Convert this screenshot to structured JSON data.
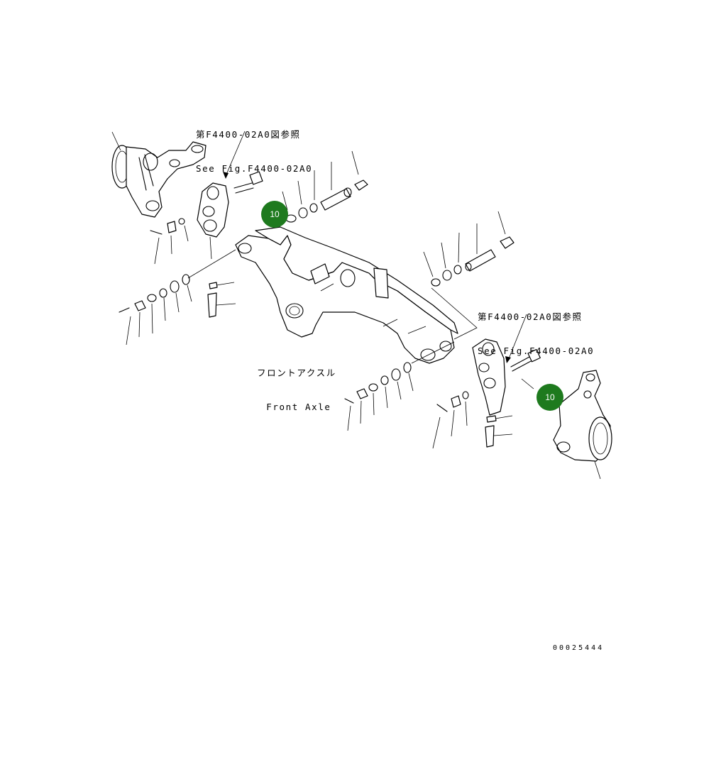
{
  "references": [
    {
      "jp": "第F4400-02A0図参照",
      "en": "See Fig.F4400-02A0"
    },
    {
      "jp": "第F4400-02A0図参照",
      "en": "See Fig.F4400-02A0"
    }
  ],
  "axle": {
    "jp": "フロントアクスル",
    "en": "Front Axle"
  },
  "callouts": [
    {
      "label": "10",
      "color": "#1e7a1e"
    },
    {
      "label": "10",
      "color": "#1e7a1e"
    }
  ],
  "doc_number": "00025444"
}
